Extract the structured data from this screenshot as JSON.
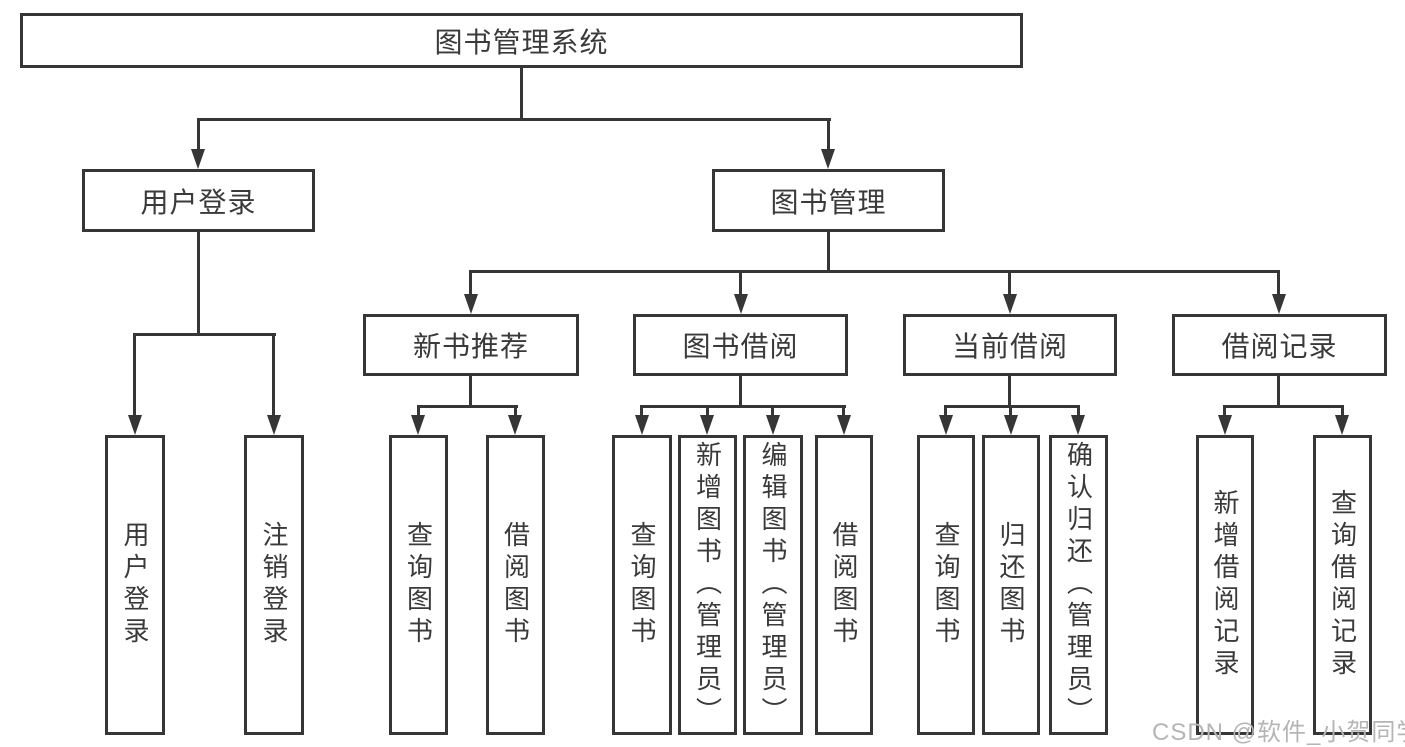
{
  "diagram": {
    "root": "图书管理系统",
    "level2": {
      "user_login": "用户登录",
      "book_mgmt": "图书管理"
    },
    "level3": {
      "new_books": "新书推荐",
      "borrowing": "图书借阅",
      "current": "当前借阅",
      "records": "借阅记录"
    },
    "leaves": {
      "user_login": [
        "用户登录",
        "注销登录"
      ],
      "new_books": [
        "查询图书",
        "借阅图书"
      ],
      "borrowing": [
        "查询图书",
        "新增图书（管理员）",
        "编辑图书（管理员）",
        "借阅图书"
      ],
      "current": [
        "查询图书",
        "归还图书",
        "确认归还（管理员）"
      ],
      "records": [
        "新增借阅记录",
        "查询借阅记录"
      ]
    }
  },
  "watermark": "CSDN @软件_小贺同学",
  "colors": {
    "line": "#363636",
    "text": "#3a3a3a",
    "watermark": "#b5b5b5",
    "background": "#ffffff"
  }
}
